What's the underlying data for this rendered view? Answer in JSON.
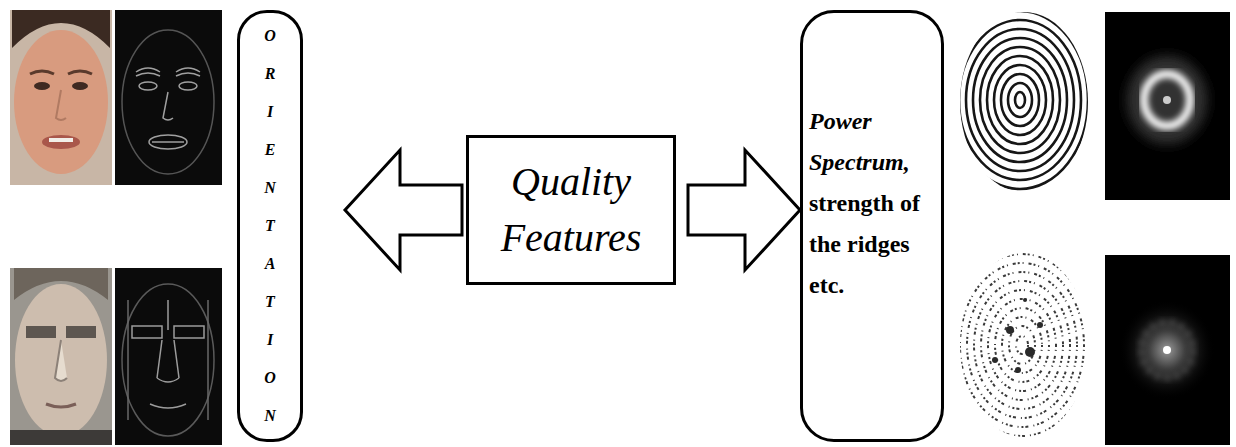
{
  "diagram": {
    "nodes": [
      {
        "text": [
          "ORIENTATION"
        ]
      },
      {
        "text": [
          "Quality Features"
        ]
      },
      {
        "text": [
          "Power Spectrum,",
          "strength of the ridges etc."
        ]
      }
    ],
    "edges": [
      {
        "from": 1,
        "to": 0,
        "arrow": "to"
      },
      {
        "from": 1,
        "to": 2,
        "arrow": "to"
      }
    ]
  }
}
